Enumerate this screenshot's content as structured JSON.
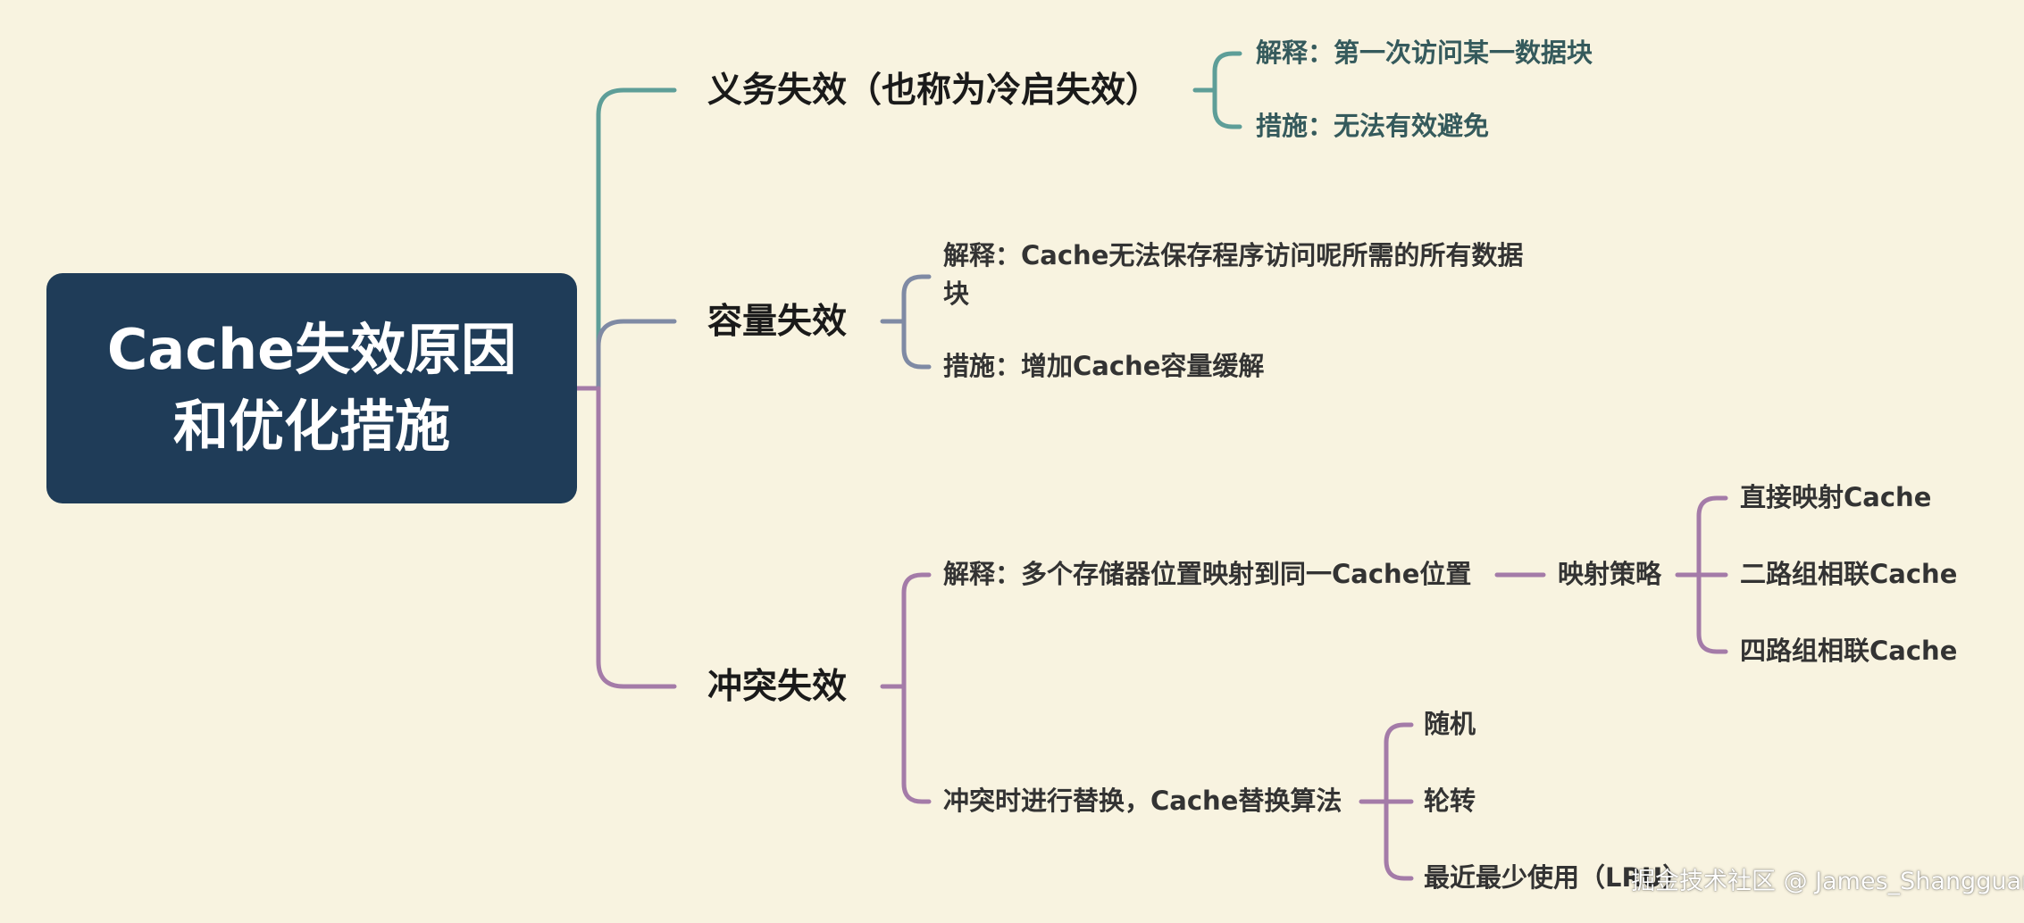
{
  "colors": {
    "background": "#f8f3e0",
    "root_fill": "#1f3c58",
    "branch_1": "#5e9e98",
    "branch_2": "#7f8aa4",
    "branch_3": "#a47ba8"
  },
  "root": {
    "title": "Cache失效原因和优化措施"
  },
  "branches": [
    {
      "label": "义务失效（也称为冷启失效）",
      "children": [
        "解释：第一次访问某一数据块",
        "措施：无法有效避免"
      ]
    },
    {
      "label": "容量失效",
      "children": [
        "解释：Cache无法保存程序访问呢所需的所有数据块",
        "措施：增加Cache容量缓解"
      ]
    },
    {
      "label": "冲突失效",
      "children": [
        {
          "label": "解释：多个存储器位置映射到同一Cache位置",
          "next": {
            "label": "映射策略",
            "children": [
              "直接映射Cache",
              "二路组相联Cache",
              "四路组相联Cache"
            ]
          }
        },
        {
          "label": "冲突时进行替换，Cache替换算法",
          "children": [
            "随机",
            "轮转",
            "最近最少使用（LRU）"
          ]
        }
      ]
    }
  ],
  "watermark": "掘金技术社区 @ James_Shangguan"
}
